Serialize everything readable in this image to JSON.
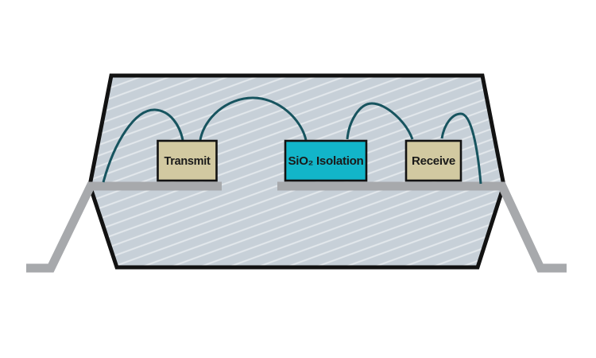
{
  "figure": {
    "type": "semiconductor-package-cross-section",
    "blocks": [
      {
        "id": "transmit",
        "label": "Transmit",
        "fill": "#D2C9A1"
      },
      {
        "id": "isolation",
        "label": "SiO₂ Isolation",
        "fill": "#12B5C9"
      },
      {
        "id": "receive",
        "label": "Receive",
        "fill": "#D2C9A1"
      }
    ],
    "colors": {
      "canvas_background": "#FFFFFF",
      "package_fill": "#C7D0D8",
      "hatch_line": "#E3E8EC",
      "package_border": "#121212",
      "die_border": "#121212",
      "lead_frame": "#A7A9AC",
      "bond_wire": "#17545F",
      "label_text": "#1A1A1A"
    }
  }
}
